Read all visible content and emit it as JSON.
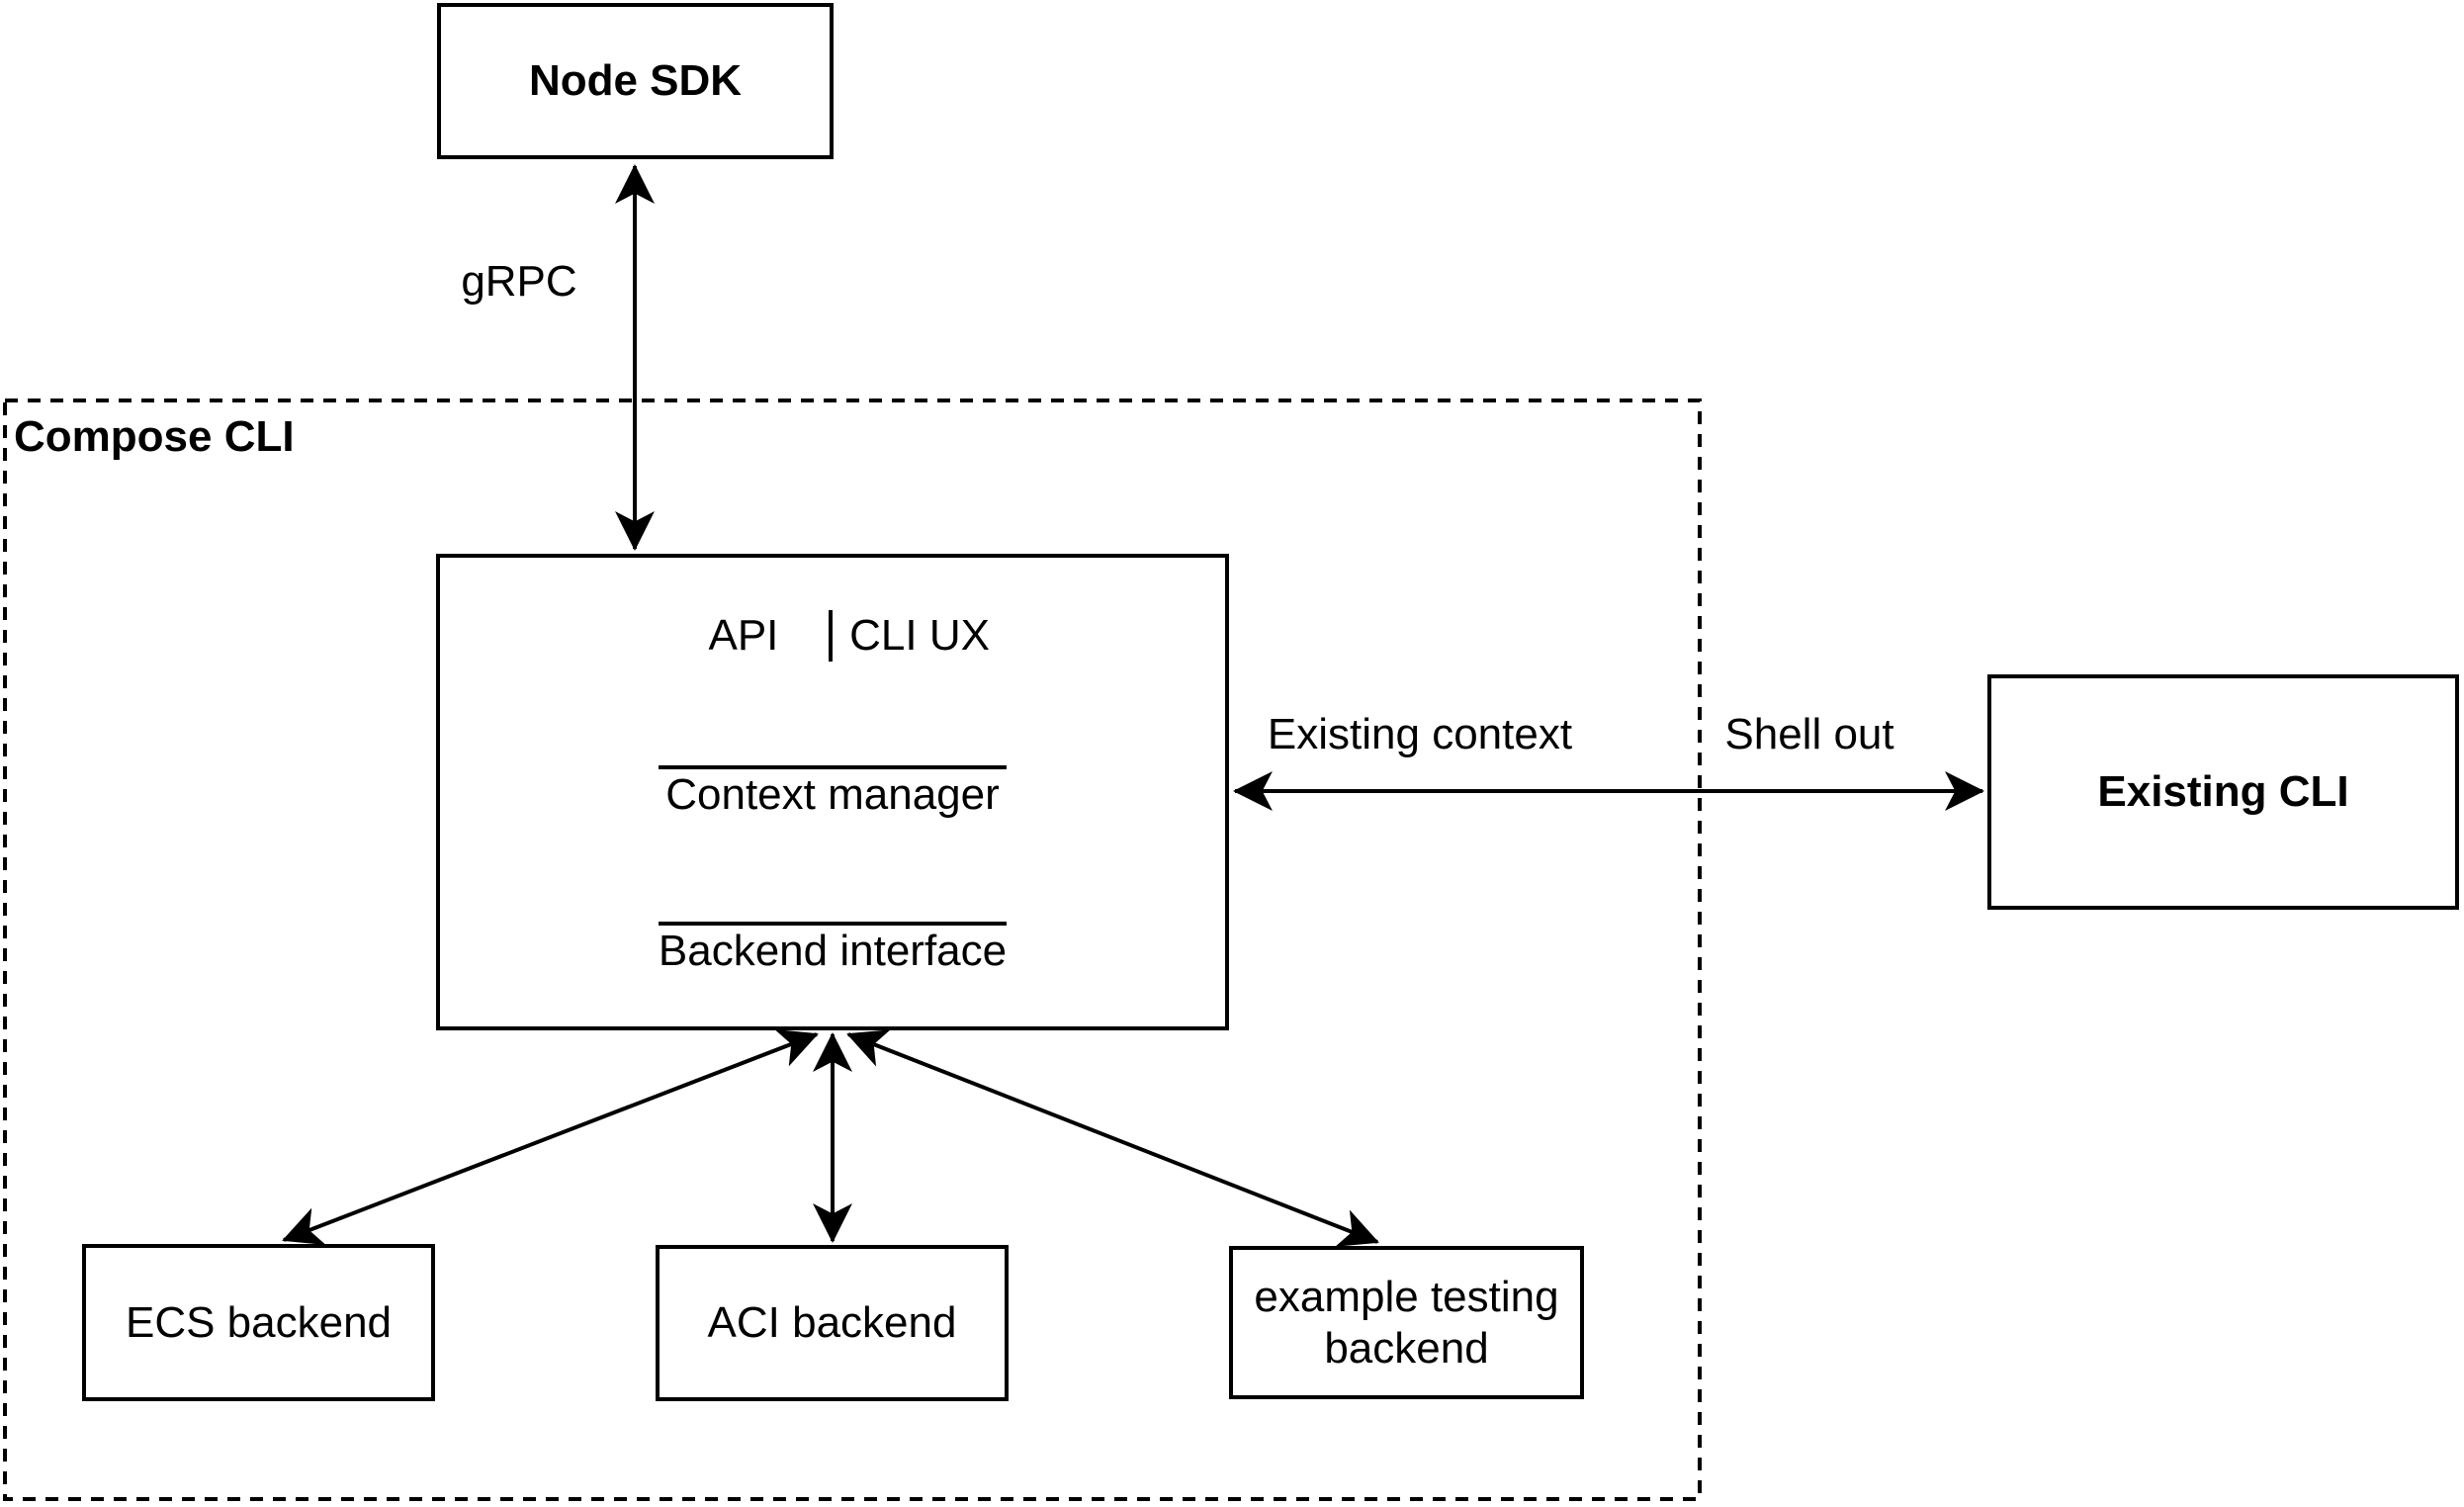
{
  "diagram": {
    "type": "architecture-diagram",
    "background_color": "#ffffff",
    "stroke_color": "#000000",
    "container": {
      "label": "Compose CLI",
      "style": "dashed-border"
    },
    "nodes": {
      "node_sdk": {
        "label": "Node SDK",
        "emphasis": "bold"
      },
      "api": {
        "label": "API"
      },
      "cli_ux": {
        "label": "CLI UX"
      },
      "context_manager": {
        "label": "Context manager"
      },
      "backend_interface": {
        "label": "Backend interface"
      },
      "existing_cli": {
        "label": "Existing CLI",
        "emphasis": "bold"
      },
      "ecs_backend": {
        "label": "ECS backend"
      },
      "aci_backend": {
        "label": "ACI backend"
      },
      "example_testing_backend": {
        "label": "example testing backend"
      }
    },
    "edge_labels": {
      "grpc": "gRPC",
      "existing_context": "Existing context",
      "shell_out": "Shell out"
    },
    "edges": [
      {
        "from": "Node SDK",
        "to": "API",
        "label": "gRPC",
        "bidirectional": true
      },
      {
        "from": "Context manager",
        "to": "Existing CLI",
        "labels": [
          "Existing context",
          "Shell out"
        ],
        "bidirectional": true
      },
      {
        "from": "Backend interface",
        "to": "ECS backend",
        "bidirectional": true
      },
      {
        "from": "Backend interface",
        "to": "ACI backend",
        "bidirectional": true
      },
      {
        "from": "Backend interface",
        "to": "example testing backend",
        "bidirectional": true
      }
    ]
  }
}
